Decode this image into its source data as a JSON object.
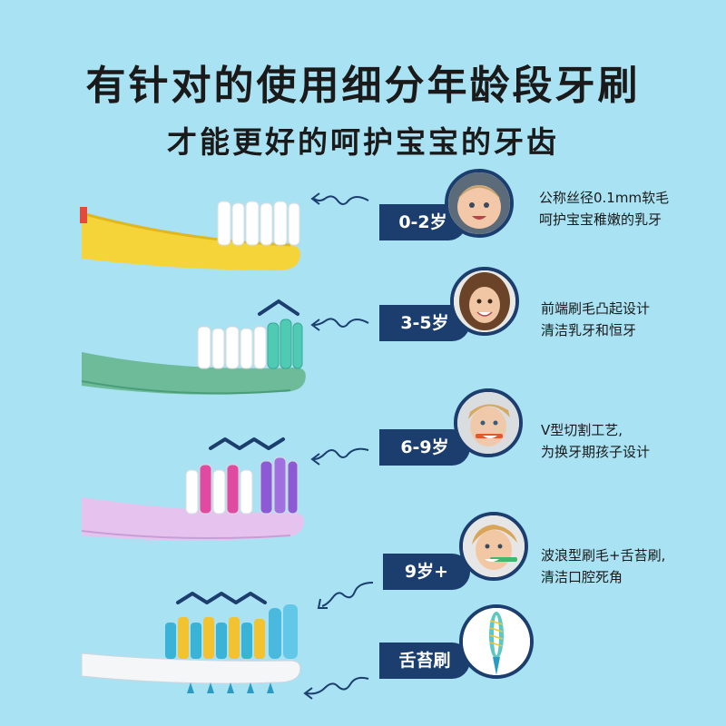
{
  "headline": {
    "line1": "有针对的使用细分年龄段牙刷",
    "line2": "才能更好的呵护宝宝的牙齿"
  },
  "stages": [
    {
      "age": "0-2岁",
      "desc": [
        "公称丝径0.1mm软毛",
        "呵护宝宝稚嫩的乳牙"
      ],
      "photo": "smiling-baby-photo"
    },
    {
      "age": "3-5岁",
      "desc": [
        "前端刷毛凸起设计",
        "清洁乳牙和恒牙"
      ],
      "photo": "curly-haired-girl-photo"
    },
    {
      "age": "6-9岁",
      "desc": [
        "V型切割工艺,",
        "为换牙期孩子设计"
      ],
      "photo": "boy-brushing-teeth-photo"
    },
    {
      "age": "9岁+",
      "desc": [
        "波浪型刷毛+舌苔刷,",
        "清洁口腔死角"
      ],
      "photo": "older-boy-brushing-photo"
    },
    {
      "age": "舌苔刷",
      "desc": [],
      "photo": "tongue-cleaner-closeup"
    }
  ],
  "colors": {
    "background": "#a9e2f3",
    "pill": "#1b3e6e",
    "brush_yellow": "#f5d43a",
    "brush_green": "#6dbb98",
    "brush_purple": "#e6c3ee",
    "brush_white": "#f4f6f8"
  }
}
